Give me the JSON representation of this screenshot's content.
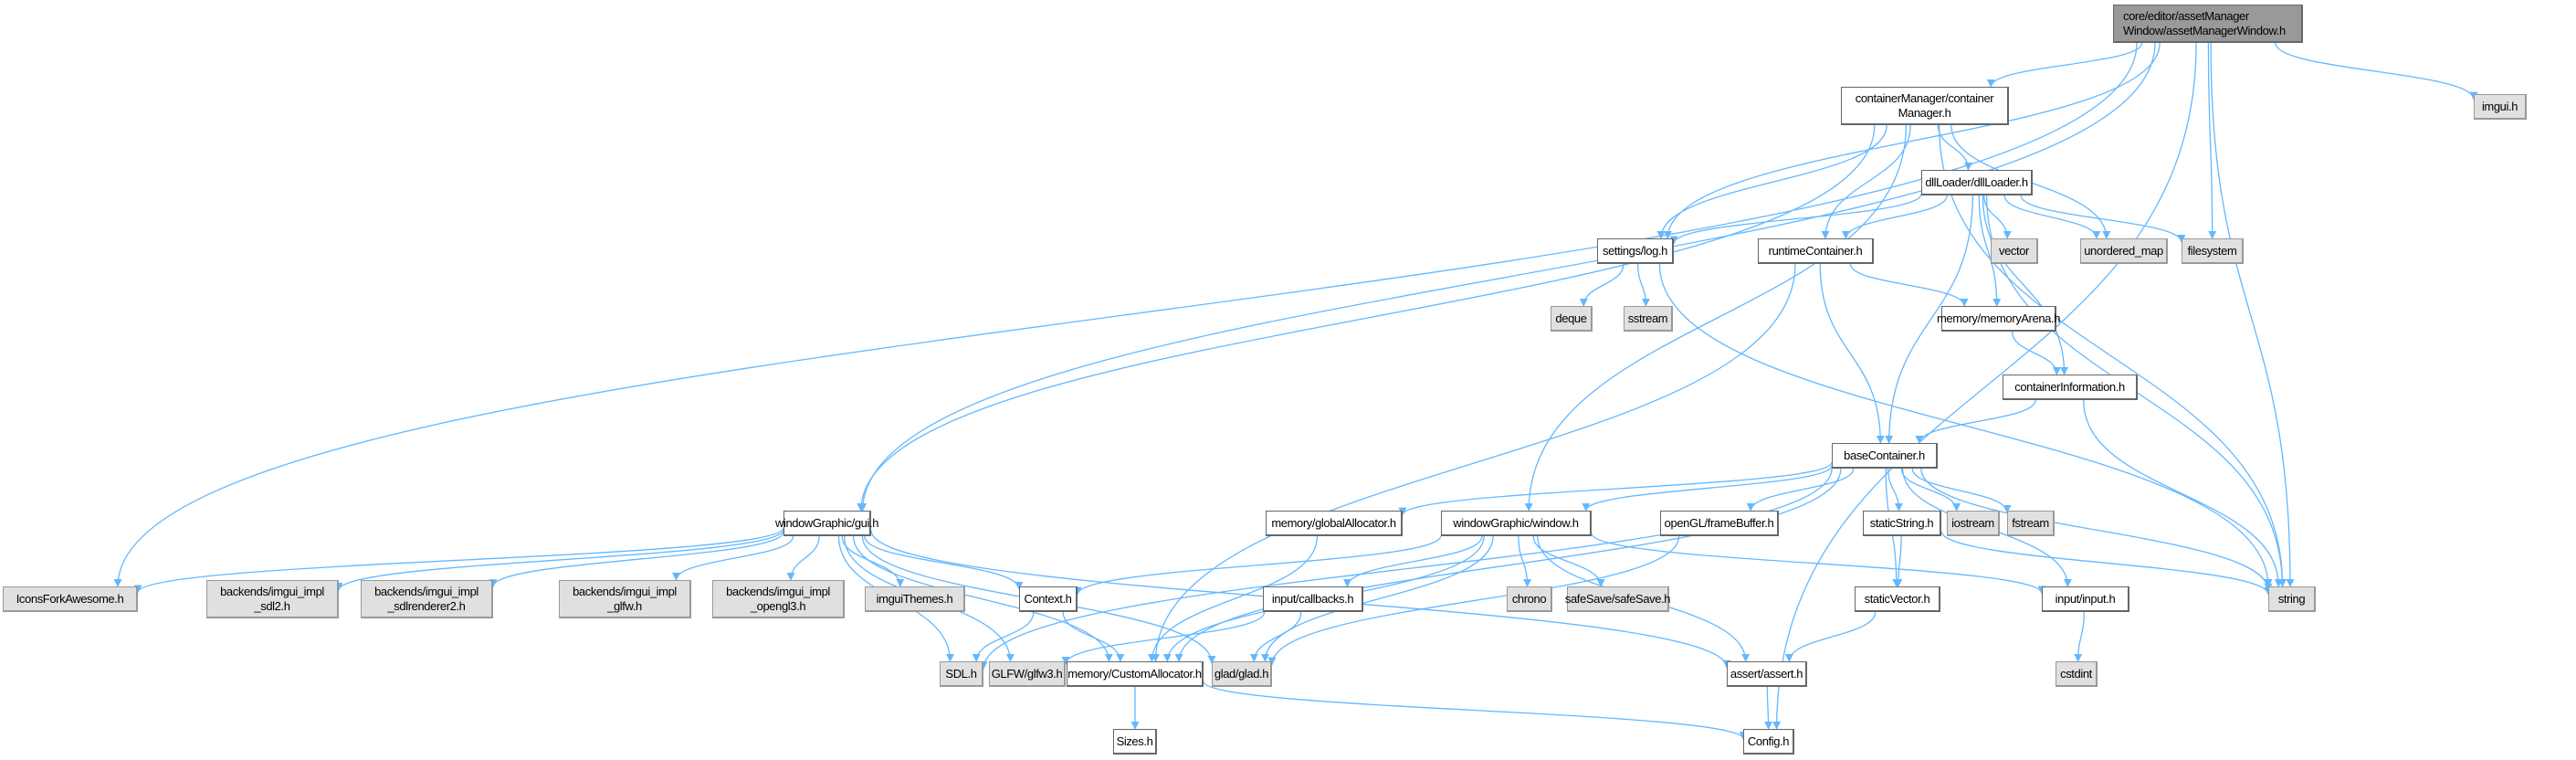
{
  "title": "core/editor/assetManagerWindow/assetManagerWindow.h include dependency graph",
  "colors": {
    "edge": "#63b8ff",
    "root_fill": "#999999",
    "local_fill": "#ffffff",
    "system_fill": "#e0e0e0",
    "border": "#666666"
  },
  "nodes": {
    "root": {
      "label": "core/editor/assetManager\nWindow/assetManagerWindow.h",
      "kind": "root"
    },
    "imgui": {
      "label": "imgui.h",
      "kind": "system"
    },
    "containerManager": {
      "label": "containerManager/container\nManager.h",
      "kind": "local"
    },
    "dllLoader": {
      "label": "dllLoader/dllLoader.h",
      "kind": "local"
    },
    "log": {
      "label": "settings/log.h",
      "kind": "local"
    },
    "runtimeContainer": {
      "label": "runtimeContainer.h",
      "kind": "local"
    },
    "vector": {
      "label": "vector",
      "kind": "system"
    },
    "unordered_map": {
      "label": "unordered_map",
      "kind": "system"
    },
    "filesystem": {
      "label": "filesystem",
      "kind": "system"
    },
    "deque": {
      "label": "deque",
      "kind": "system"
    },
    "sstream": {
      "label": "sstream",
      "kind": "system"
    },
    "memoryArena": {
      "label": "memory/memoryArena.h",
      "kind": "local"
    },
    "containerInformation": {
      "label": "containerInformation.h",
      "kind": "local"
    },
    "baseContainer": {
      "label": "baseContainer.h",
      "kind": "local"
    },
    "globalAllocator": {
      "label": "memory/globalAllocator.h",
      "kind": "local"
    },
    "window": {
      "label": "windowGraphic/window.h",
      "kind": "local"
    },
    "frameBuffer": {
      "label": "openGL/frameBuffer.h",
      "kind": "local"
    },
    "staticString": {
      "label": "staticString.h",
      "kind": "local"
    },
    "iostream": {
      "label": "iostream",
      "kind": "system"
    },
    "fstream": {
      "label": "fstream",
      "kind": "system"
    },
    "gui": {
      "label": "windowGraphic/gui.h",
      "kind": "local"
    },
    "iconsForkAwesome": {
      "label": "IconsForkAwesome.h",
      "kind": "system"
    },
    "implSdl2": {
      "label": "backends/imgui_impl\n_sdl2.h",
      "kind": "system"
    },
    "implSdlRenderer2": {
      "label": "backends/imgui_impl\n_sdlrenderer2.h",
      "kind": "system"
    },
    "implGlfw": {
      "label": "backends/imgui_impl\n_glfw.h",
      "kind": "system"
    },
    "implOpengl3": {
      "label": "backends/imgui_impl\n_opengl3.h",
      "kind": "system"
    },
    "imguiThemes": {
      "label": "imguiThemes.h",
      "kind": "system"
    },
    "context": {
      "label": "Context.h",
      "kind": "local"
    },
    "callbacks": {
      "label": "input/callbacks.h",
      "kind": "local"
    },
    "chrono": {
      "label": "chrono",
      "kind": "system"
    },
    "safeSave": {
      "label": "safeSave/safeSave.h",
      "kind": "system"
    },
    "staticVector": {
      "label": "staticVector.h",
      "kind": "local"
    },
    "input": {
      "label": "input/input.h",
      "kind": "local"
    },
    "string": {
      "label": "string",
      "kind": "system"
    },
    "sdl": {
      "label": "SDL.h",
      "kind": "system"
    },
    "glfw3": {
      "label": "GLFW/glfw3.h",
      "kind": "system"
    },
    "customAllocator": {
      "label": "memory/CustomAllocator.h",
      "kind": "local"
    },
    "glad": {
      "label": "glad/glad.h",
      "kind": "system"
    },
    "assert": {
      "label": "assert/assert.h",
      "kind": "local"
    },
    "cstdint": {
      "label": "cstdint",
      "kind": "system"
    },
    "sizes": {
      "label": "Sizes.h",
      "kind": "local"
    },
    "config": {
      "label": "Config.h",
      "kind": "local"
    }
  },
  "edges": [
    [
      "root",
      "imgui"
    ],
    [
      "root",
      "containerManager"
    ],
    [
      "root",
      "log"
    ],
    [
      "root",
      "gui"
    ],
    [
      "root",
      "iconsForkAwesome"
    ],
    [
      "root",
      "filesystem"
    ],
    [
      "root",
      "string"
    ],
    [
      "root",
      "config"
    ],
    [
      "containerManager",
      "dllLoader"
    ],
    [
      "containerManager",
      "log"
    ],
    [
      "containerManager",
      "runtimeContainer"
    ],
    [
      "containerManager",
      "unordered_map"
    ],
    [
      "containerManager",
      "string"
    ],
    [
      "containerManager",
      "window"
    ],
    [
      "containerManager",
      "gui"
    ],
    [
      "dllLoader",
      "log"
    ],
    [
      "dllLoader",
      "runtimeContainer"
    ],
    [
      "dllLoader",
      "vector"
    ],
    [
      "dllLoader",
      "unordered_map"
    ],
    [
      "dllLoader",
      "filesystem"
    ],
    [
      "dllLoader",
      "memoryArena"
    ],
    [
      "dllLoader",
      "containerInformation"
    ],
    [
      "dllLoader",
      "baseContainer"
    ],
    [
      "dllLoader",
      "string"
    ],
    [
      "log",
      "deque"
    ],
    [
      "log",
      "sstream"
    ],
    [
      "log",
      "string"
    ],
    [
      "runtimeContainer",
      "memoryArena"
    ],
    [
      "runtimeContainer",
      "baseContainer"
    ],
    [
      "runtimeContainer",
      "customAllocator"
    ],
    [
      "memoryArena",
      "containerInformation"
    ],
    [
      "containerInformation",
      "baseContainer"
    ],
    [
      "containerInformation",
      "string"
    ],
    [
      "baseContainer",
      "globalAllocator"
    ],
    [
      "baseContainer",
      "window"
    ],
    [
      "baseContainer",
      "frameBuffer"
    ],
    [
      "baseContainer",
      "staticString"
    ],
    [
      "baseContainer",
      "iostream"
    ],
    [
      "baseContainer",
      "fstream"
    ],
    [
      "baseContainer",
      "string"
    ],
    [
      "baseContainer",
      "staticVector"
    ],
    [
      "baseContainer",
      "input"
    ],
    [
      "baseContainer",
      "sdl"
    ],
    [
      "baseContainer",
      "customAllocator"
    ],
    [
      "globalAllocator",
      "customAllocator"
    ],
    [
      "window",
      "context"
    ],
    [
      "window",
      "callbacks"
    ],
    [
      "window",
      "chrono"
    ],
    [
      "window",
      "safeSave"
    ],
    [
      "window",
      "input"
    ],
    [
      "window",
      "assert"
    ],
    [
      "window",
      "glad"
    ],
    [
      "window",
      "customAllocator"
    ],
    [
      "frameBuffer",
      "glad"
    ],
    [
      "staticString",
      "staticVector"
    ],
    [
      "staticString",
      "string"
    ],
    [
      "gui",
      "iconsForkAwesome"
    ],
    [
      "gui",
      "implSdl2"
    ],
    [
      "gui",
      "implSdlRenderer2"
    ],
    [
      "gui",
      "implGlfw"
    ],
    [
      "gui",
      "implOpengl3"
    ],
    [
      "gui",
      "imguiThemes"
    ],
    [
      "gui",
      "context"
    ],
    [
      "gui",
      "sdl"
    ],
    [
      "gui",
      "glfw3"
    ],
    [
      "gui",
      "customAllocator"
    ],
    [
      "gui",
      "glad"
    ],
    [
      "gui",
      "assert"
    ],
    [
      "context",
      "sdl"
    ],
    [
      "context",
      "customAllocator"
    ],
    [
      "callbacks",
      "glfw3"
    ],
    [
      "callbacks",
      "glad"
    ],
    [
      "staticVector",
      "assert"
    ],
    [
      "input",
      "cstdint"
    ],
    [
      "customAllocator",
      "sizes"
    ],
    [
      "customAllocator",
      "config"
    ],
    [
      "assert",
      "config"
    ]
  ]
}
